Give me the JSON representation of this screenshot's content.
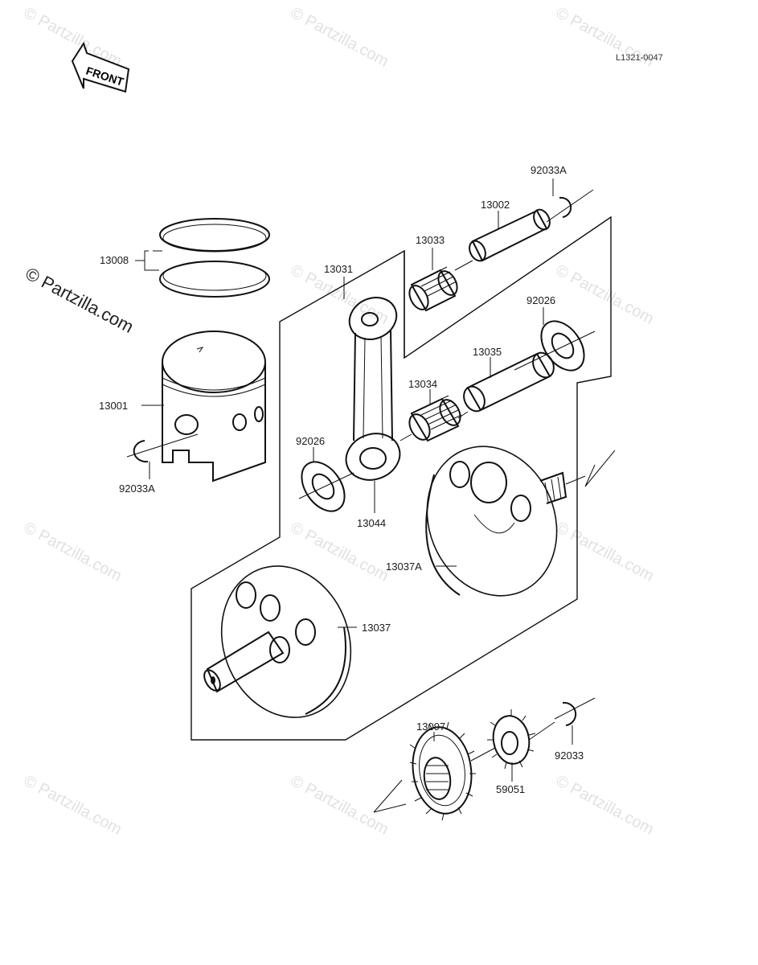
{
  "header": {
    "front_label": "FRONT",
    "ref_code": "L1321-0047"
  },
  "watermark": {
    "text": "© Partzilla.com",
    "side_text": "© Partzilla.com"
  },
  "parts": {
    "p13008": "13008",
    "p13001": "13001",
    "p92033A_left": "92033A",
    "p13031": "13031",
    "p13033": "13033",
    "p13002": "13002",
    "p92033A_right": "92033A",
    "p92026_right": "92026",
    "p13035": "13035",
    "p13034": "13034",
    "p92026_left": "92026",
    "p13044": "13044",
    "p13037A": "13037A",
    "p13037": "13037",
    "p13097": "13097",
    "p59051": "59051",
    "p92033": "92033"
  }
}
